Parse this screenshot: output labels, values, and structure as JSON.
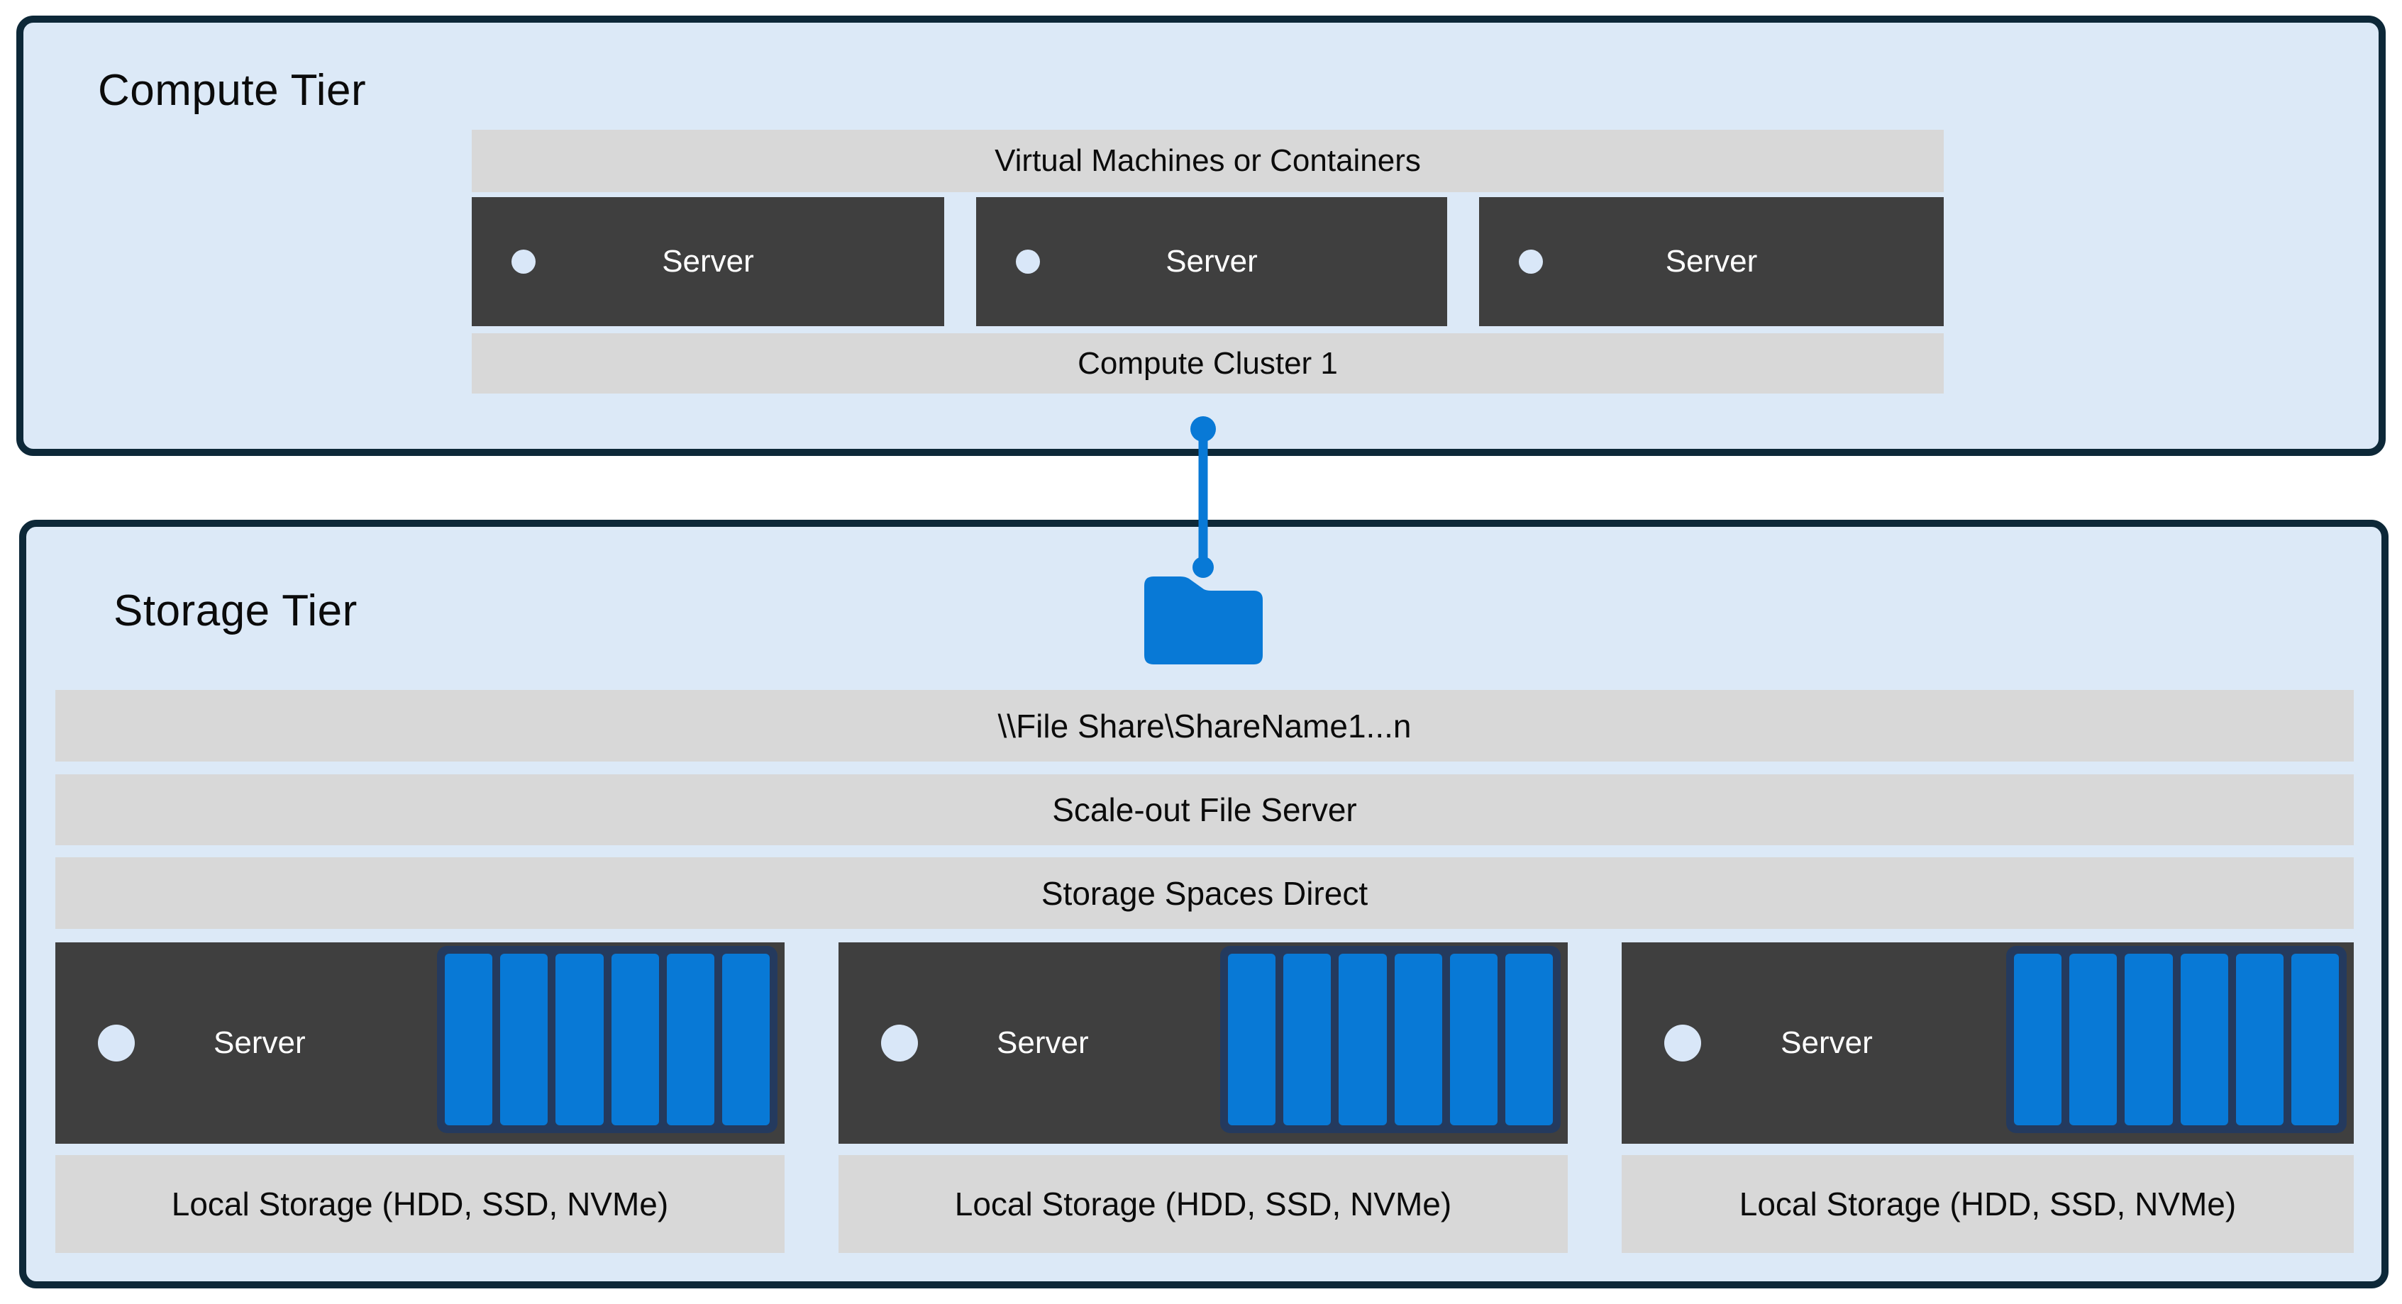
{
  "compute_tier": {
    "title": "Compute Tier",
    "vm_bar_label": "Virtual Machines or Containers",
    "servers": [
      {
        "label": "Server"
      },
      {
        "label": "Server"
      },
      {
        "label": "Server"
      }
    ],
    "cluster_bar_label": "Compute Cluster 1"
  },
  "connector": {
    "color": "#0078d4",
    "endpoint_icon": "folder-icon"
  },
  "storage_tier": {
    "title": "Storage Tier",
    "file_share_bar_label": "\\\\File Share\\ShareName1...n",
    "sofs_bar_label": "Scale-out File Server",
    "s2d_bar_label": "Storage Spaces Direct",
    "nodes": [
      {
        "server_label": "Server",
        "local_storage_label": "Local Storage (HDD, SSD, NVMe)",
        "disk_count": 6
      },
      {
        "server_label": "Server",
        "local_storage_label": "Local Storage (HDD, SSD, NVMe)",
        "disk_count": 6
      },
      {
        "server_label": "Server",
        "local_storage_label": "Local Storage (HDD, SSD, NVMe)",
        "disk_count": 6
      }
    ]
  },
  "colors": {
    "tier_fill": "#dce9f7",
    "tier_border": "#0d2838",
    "bar_fill": "#d8d8d8",
    "server_fill": "#3f3f3f",
    "server_text": "#ffffff",
    "accent_blue": "#0879d6",
    "disk_border": "#243a5e",
    "led": "#d9e7f8",
    "text": "#111111"
  }
}
